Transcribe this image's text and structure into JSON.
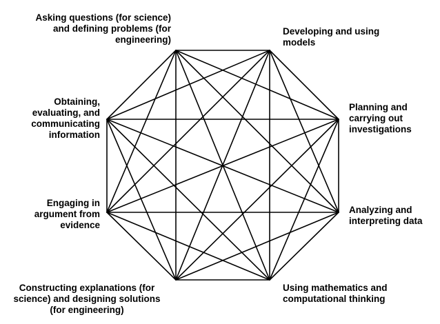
{
  "colors": {
    "edge": "#000000",
    "text": "#000000",
    "background": "#ffffff"
  },
  "nodes": [
    {
      "id": "asking",
      "lines": [
        "Asking questions (for science)",
        "and defining problems (for",
        "engineering)"
      ]
    },
    {
      "id": "models",
      "lines": [
        "Developing and using",
        "models"
      ]
    },
    {
      "id": "investigations",
      "lines": [
        "Planning and",
        "carrying out",
        "investigations"
      ]
    },
    {
      "id": "data",
      "lines": [
        "Analyzing and",
        "interpreting data"
      ]
    },
    {
      "id": "math",
      "lines": [
        "Using mathematics and",
        "computational thinking"
      ]
    },
    {
      "id": "explanations",
      "lines": [
        "Constructing explanations (for",
        "science) and designing solutions",
        "(for engineering)"
      ]
    },
    {
      "id": "argument",
      "lines": [
        "Engaging in",
        "argument from",
        "evidence"
      ]
    },
    {
      "id": "information",
      "lines": [
        "Obtaining,",
        "evaluating, and",
        "communicating",
        "information"
      ]
    }
  ]
}
